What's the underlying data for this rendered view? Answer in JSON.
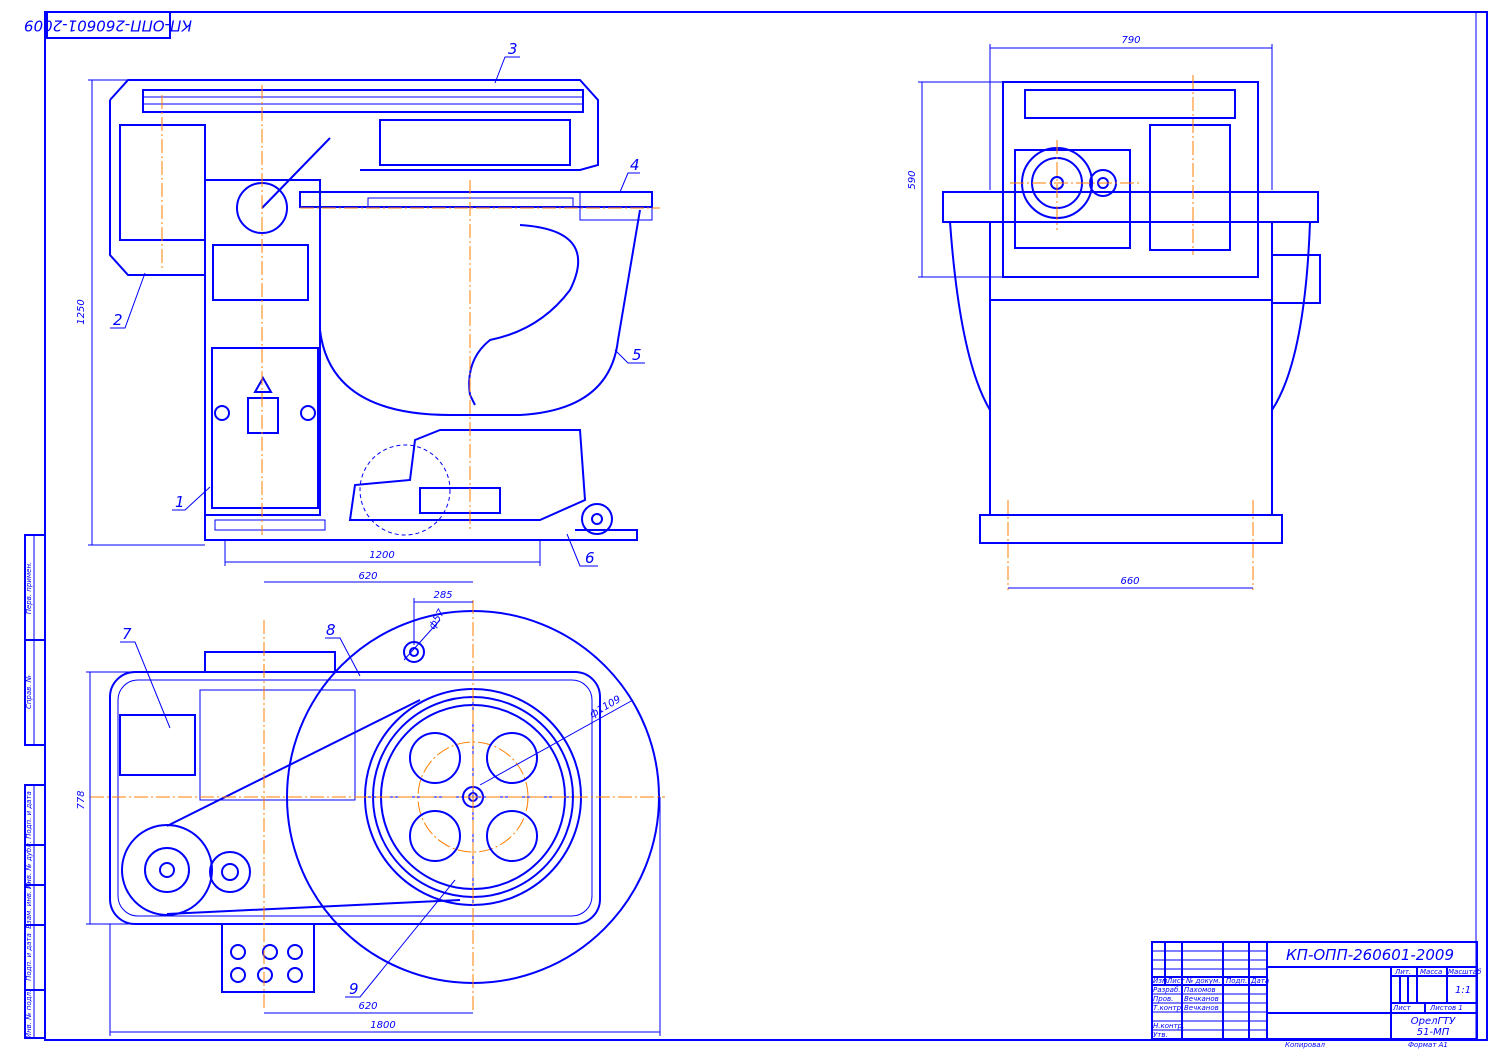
{
  "drawing": {
    "stamp_top": "КП-ОПП-260601-2009",
    "callouts": [
      "1",
      "2",
      "3",
      "4",
      "5",
      "6",
      "7",
      "8",
      "9"
    ],
    "dimensions": {
      "front_height": "1250",
      "front_base": "1200",
      "side_width": "790",
      "side_height": "590",
      "side_base": "660",
      "plan_top": "620",
      "plan_offset": "285",
      "plan_hole": "ф57",
      "plan_pulley": "ф1109",
      "plan_depth": "778",
      "plan_bottom": "620",
      "plan_total": "1800"
    },
    "colors": {
      "line": "#0000ff",
      "axis": "#ff7f00"
    }
  },
  "side_strip": [
    "Перв. примен.",
    "Справ. №",
    "Подп. и дата",
    "Инв. № дубл.",
    "Взам. инв. №",
    "Подп. и дата",
    "Инв. № подл."
  ],
  "title_block": {
    "designation": "КП-ОПП-260601-2009",
    "headers": [
      "Изм.",
      "Лист",
      "№ докум.",
      "Подп.",
      "Дата"
    ],
    "roles": [
      "Разраб.",
      "Пров.",
      "Т.контр.",
      "Н.контр.",
      "Утв."
    ],
    "names": [
      "Пахомов",
      "Вечканов",
      "Вечканов"
    ],
    "lit": "Лит.",
    "mass": "Масса",
    "scale_label": "Масштаб",
    "scale": "1:1",
    "sheet": "Лист",
    "sheets": "Листов   1",
    "org_line1": "ОрелГТУ",
    "org_line2": "51-МП",
    "copied": "Копировал",
    "format": "Формат    А1"
  }
}
